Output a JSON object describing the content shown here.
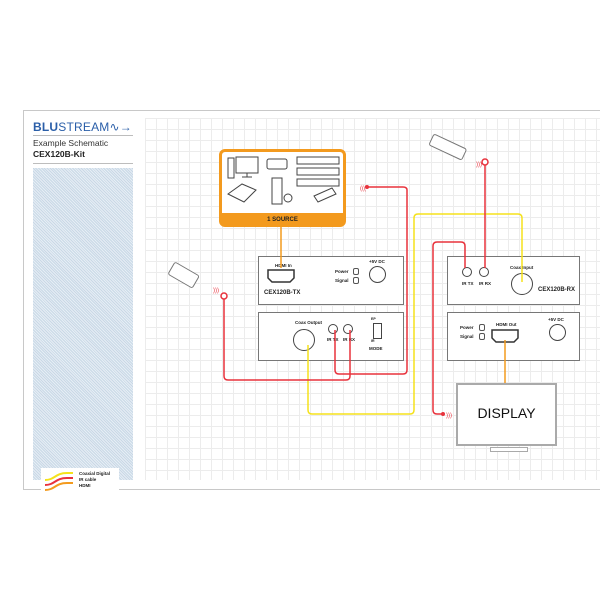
{
  "brand": {
    "logo_bold": "BLU",
    "logo_light": "STREAM"
  },
  "header": {
    "subtitle": "Example Schematic",
    "model": "CEX120B-Kit"
  },
  "legend": {
    "items": [
      {
        "label": "Coaxial Digital",
        "color": "#f5e21c"
      },
      {
        "label": "IR cable",
        "color": "#e8323c"
      },
      {
        "label": "HDMI",
        "color": "#f39a1e"
      }
    ]
  },
  "source": {
    "label": "1 SOURCE",
    "devices": [
      "pc-monitor",
      "apple-tv",
      "blu-ray-player",
      "set-top-box",
      "av-receiver",
      "games-console-ps",
      "games-console-xbox",
      "cctv-camera"
    ]
  },
  "transmitter": {
    "name": "CEX120B-TX",
    "top_panel": {
      "hdmi_in": "HDMI In",
      "power": "Power",
      "signal": "Signal",
      "dc": "+5V DC"
    },
    "bottom_panel": {
      "coax_output": "Coax Output",
      "ir_tx": "IR TX",
      "ir_rx": "IR RX",
      "mode": "MODE",
      "mode_top": "EP",
      "mode_bottom": "IR"
    }
  },
  "receiver": {
    "name": "CEX120B-RX",
    "top_panel": {
      "ir_tx": "IR TX",
      "ir_rx": "IR RX",
      "coax_input": "Coax Input"
    },
    "bottom_panel": {
      "power": "Power",
      "signal": "Signal",
      "hdmi_out": "HDMI Out",
      "dc": "+5V DC"
    }
  },
  "display": {
    "label": "DISPLAY"
  },
  "colors": {
    "coax": "#f5e21c",
    "ir": "#e8323c",
    "hdmi": "#f39a1e",
    "brand": "#2a5ea8"
  }
}
